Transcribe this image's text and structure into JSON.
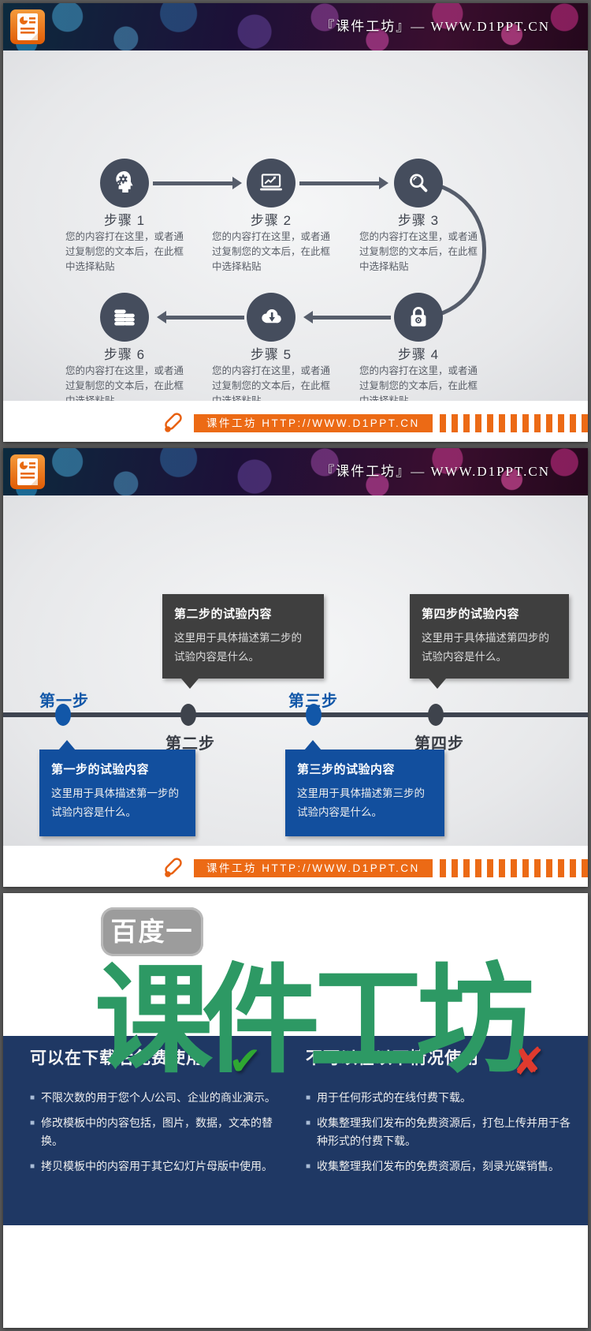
{
  "brand_header": "『课件工坊』— WWW.D1PPT.CN",
  "footer": {
    "text": "课件工坊 HTTP://WWW.D1PPT.CN"
  },
  "colors": {
    "accent_orange": "#EC6A15",
    "circle_slate": "#454D5D",
    "timeline_blue": "#124F9E",
    "callout_gray": "#3F3F3F",
    "panel_navy": "#1F3864",
    "brand_green": "#2D9964",
    "check_green": "#2FA832",
    "cross_red": "#DF3A2E"
  },
  "slide1": {
    "steps": [
      {
        "label": "步骤 1",
        "icon": "head-gears-icon",
        "desc": "您的内容打在这里，或者通过复制您的文本后，在此框中选择粘贴"
      },
      {
        "label": "步骤 2",
        "icon": "laptop-chart-icon",
        "desc": "您的内容打在这里，或者通过复制您的文本后，在此框中选择粘贴"
      },
      {
        "label": "步骤 3",
        "icon": "magnifier-icon",
        "desc": "您的内容打在这里，或者通过复制您的文本后，在此框中选择粘贴"
      },
      {
        "label": "步骤 4",
        "icon": "padlock-icon",
        "desc": "您的内容打在这里，或者通过复制您的文本后，在此框中选择粘贴"
      },
      {
        "label": "步骤 5",
        "icon": "cloud-download-icon",
        "desc": "您的内容打在这里，或者通过复制您的文本后，在此框中选择粘贴"
      },
      {
        "label": "步骤 6",
        "icon": "coins-icon",
        "desc": "您的内容打在这里，或者通过复制您的文本后，在此框中选择粘贴"
      }
    ]
  },
  "slide2": {
    "milestones": [
      {
        "label": "第一步"
      },
      {
        "label": "第二步"
      },
      {
        "label": "第三步"
      },
      {
        "label": "第四步"
      }
    ],
    "above_boxes": [
      {
        "title": "第二步的试验内容",
        "body": "这里用于具体描述第二步的试验内容是什么。"
      },
      {
        "title": "第四步的试验内容",
        "body": "这里用于具体描述第四步的试验内容是什么。"
      }
    ],
    "below_boxes": [
      {
        "title": "第一步的试验内容",
        "body": "这里用于具体描述第一步的试验内容是什么。"
      },
      {
        "title": "第三步的试验内容",
        "body": "这里用于具体描述第三步的试验内容是什么。"
      }
    ]
  },
  "slide3": {
    "badge": "百度一下",
    "brand_large": "课件工坊",
    "allowed": {
      "title": "可以在下载后免费使用",
      "mark": "✔",
      "items": [
        "不限次数的用于您个人/公司、企业的商业演示。",
        "修改模板中的内容包括，图片，数据，文本的替换。",
        "拷贝模板中的内容用于其它幻灯片母版中使用。"
      ]
    },
    "forbidden": {
      "title": "不可以在以下情况使用",
      "mark": "✘",
      "items": [
        "用于任何形式的在线付费下载。",
        "收集整理我们发布的免费资源后，打包上传并用于各种形式的付费下载。",
        "收集整理我们发布的免费资源后，刻录光碟销售。"
      ]
    }
  }
}
